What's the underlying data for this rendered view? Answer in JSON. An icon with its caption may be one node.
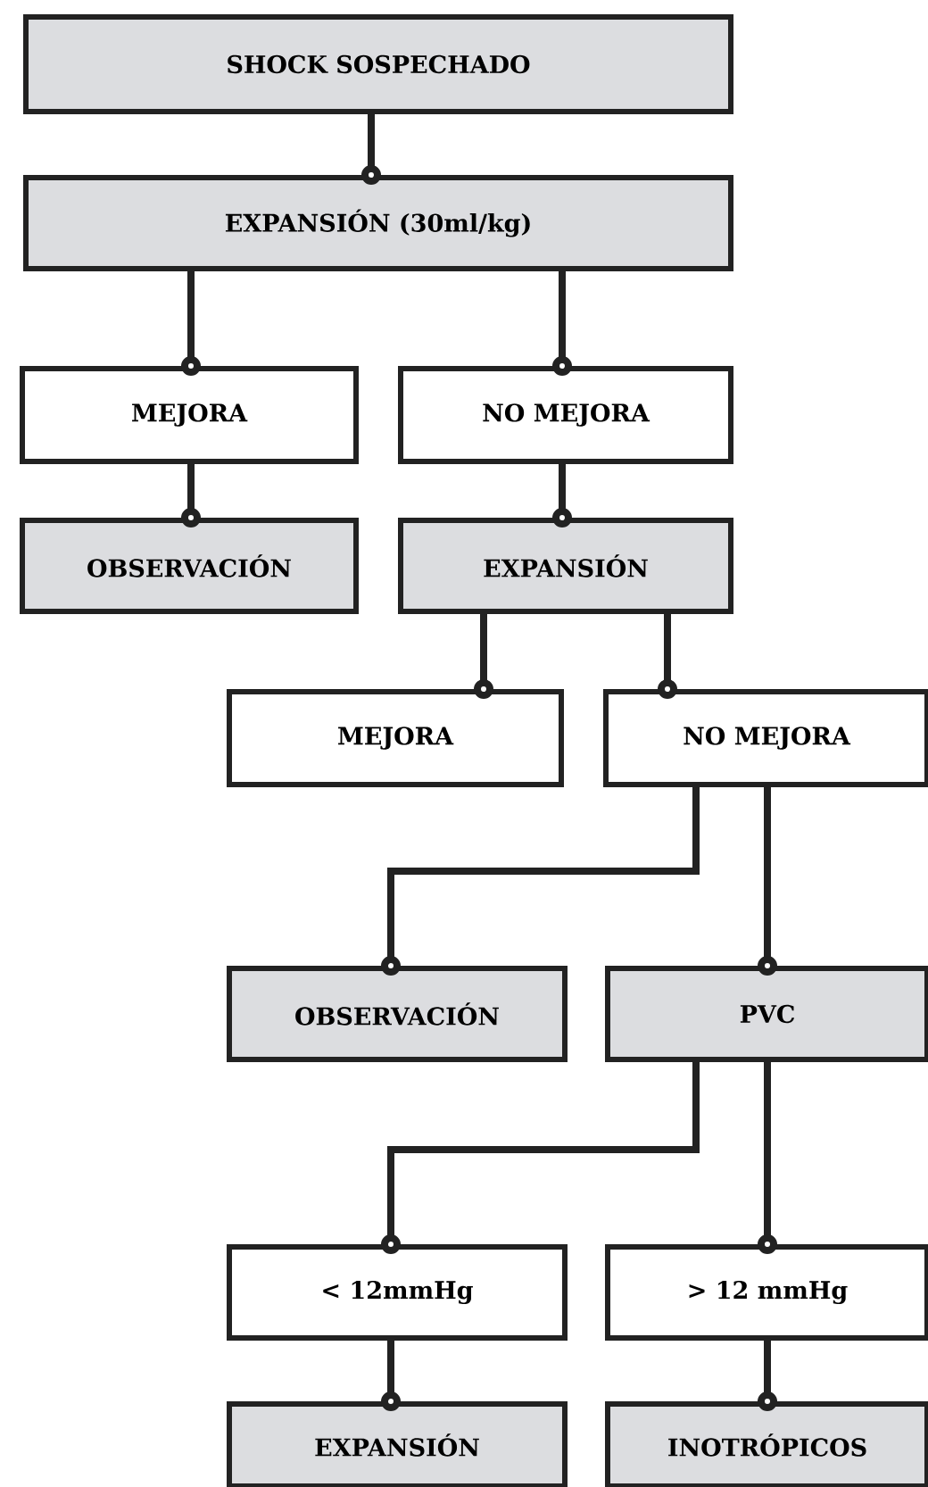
{
  "diagram": {
    "nodes": [
      {
        "text": [
          "SHOCK SOSPECHADO"
        ]
      },
      {
        "text": [
          "EXPANSIÓN (30ml/kg)"
        ]
      },
      {
        "text": [
          "MEJORA"
        ]
      },
      {
        "text": [
          "NO MEJORA"
        ]
      },
      {
        "text": [
          "OBSERVACIÓN"
        ]
      },
      {
        "text": [
          "EXPANSIÓN"
        ]
      },
      {
        "text": [
          "MEJORA"
        ]
      },
      {
        "text": [
          "NO MEJORA"
        ]
      },
      {
        "text": [
          "OBSERVACIÓN"
        ]
      },
      {
        "text": [
          "PVC"
        ]
      },
      {
        "text": [
          "< 12mmHg"
        ]
      },
      {
        "text": [
          "> 12 mmHg"
        ]
      },
      {
        "text": [
          "EXPANSIÓN"
        ]
      },
      {
        "text": [
          "INOTRÓPICOS"
        ]
      }
    ],
    "edges": [
      {
        "from": 0,
        "to": 1,
        "arrow": "other"
      },
      {
        "from": 1,
        "to": 2,
        "arrow": "other"
      },
      {
        "from": 1,
        "to": 3,
        "arrow": "other"
      },
      {
        "from": 2,
        "to": 4,
        "arrow": "other"
      },
      {
        "from": 3,
        "to": 5,
        "arrow": "other"
      },
      {
        "from": 5,
        "to": 6,
        "arrow": "other"
      },
      {
        "from": 5,
        "to": 7,
        "arrow": "other"
      },
      {
        "from": 7,
        "to": 8,
        "arrow": "other"
      },
      {
        "from": 7,
        "to": 9,
        "arrow": "other"
      },
      {
        "from": 9,
        "to": 10,
        "arrow": "other"
      },
      {
        "from": 9,
        "to": 11,
        "arrow": "other"
      },
      {
        "from": 10,
        "to": 12,
        "arrow": "other"
      },
      {
        "from": 11,
        "to": 13,
        "arrow": "other"
      }
    ]
  }
}
